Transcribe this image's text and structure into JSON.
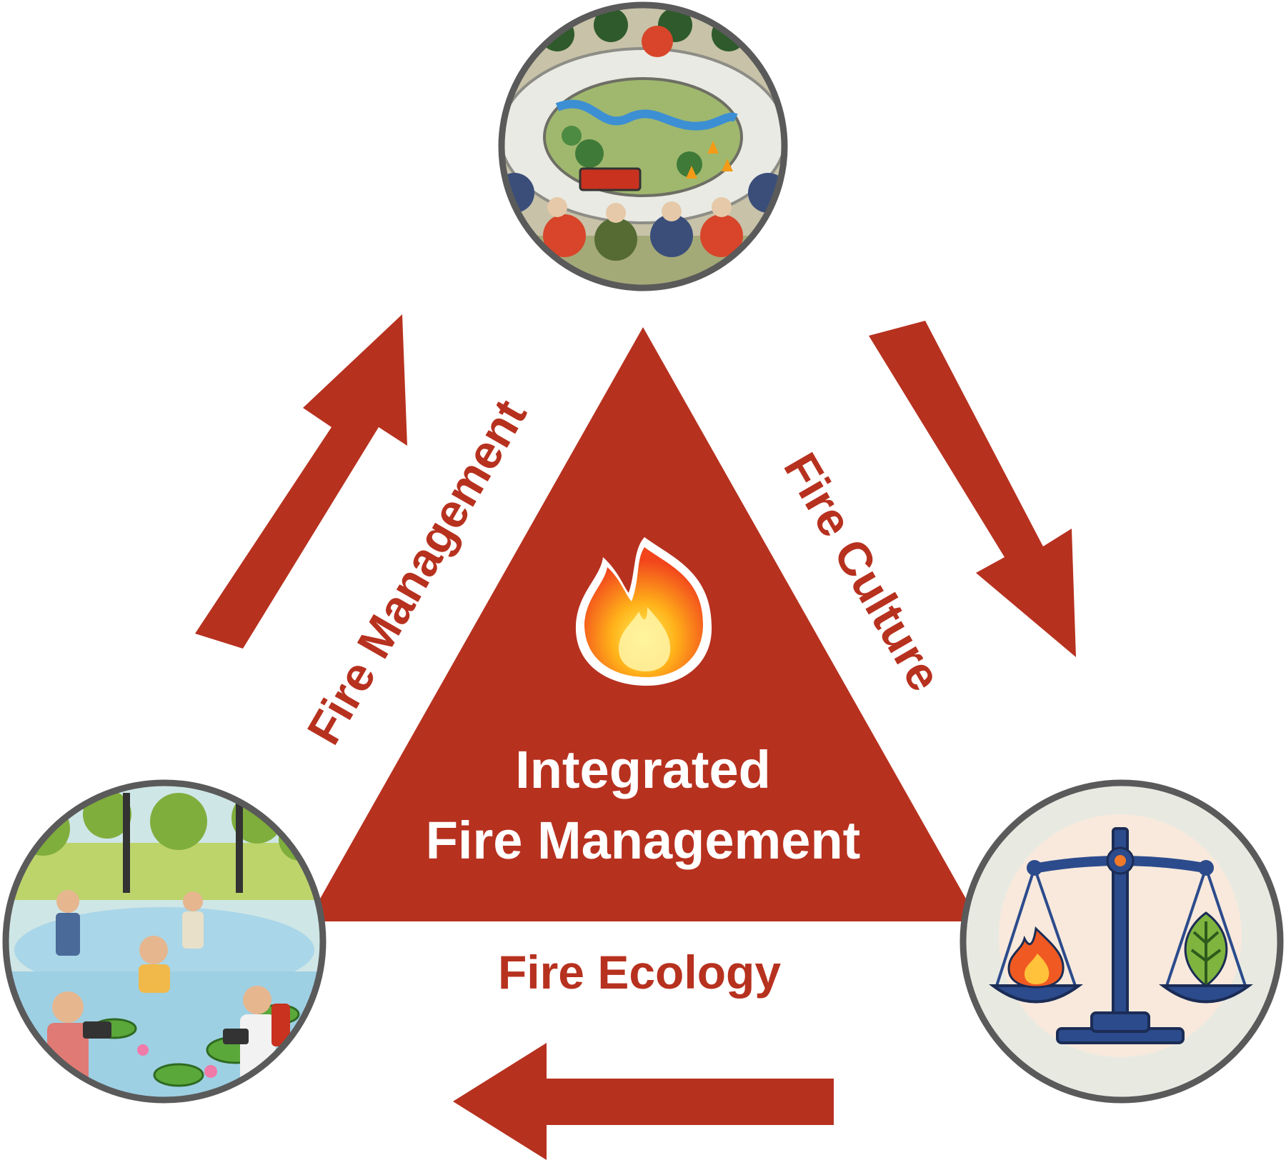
{
  "diagram": {
    "center_title_line1": "Integrated",
    "center_title_line2": "Fire Management",
    "side_left": "Fire Management",
    "side_right": "Fire Culture",
    "side_bottom": "Fire Ecology",
    "center_icon": "flame-icon",
    "node_top_icon": "fire-planning-meeting-illustration",
    "node_left_icon": "wetland-field-research-illustration",
    "node_right_icon": "balance-scale-fire-leaf-icon"
  },
  "colors": {
    "accent": "#b7311f",
    "circle_border": "#5a5a5a",
    "label_white": "#ffffff"
  }
}
